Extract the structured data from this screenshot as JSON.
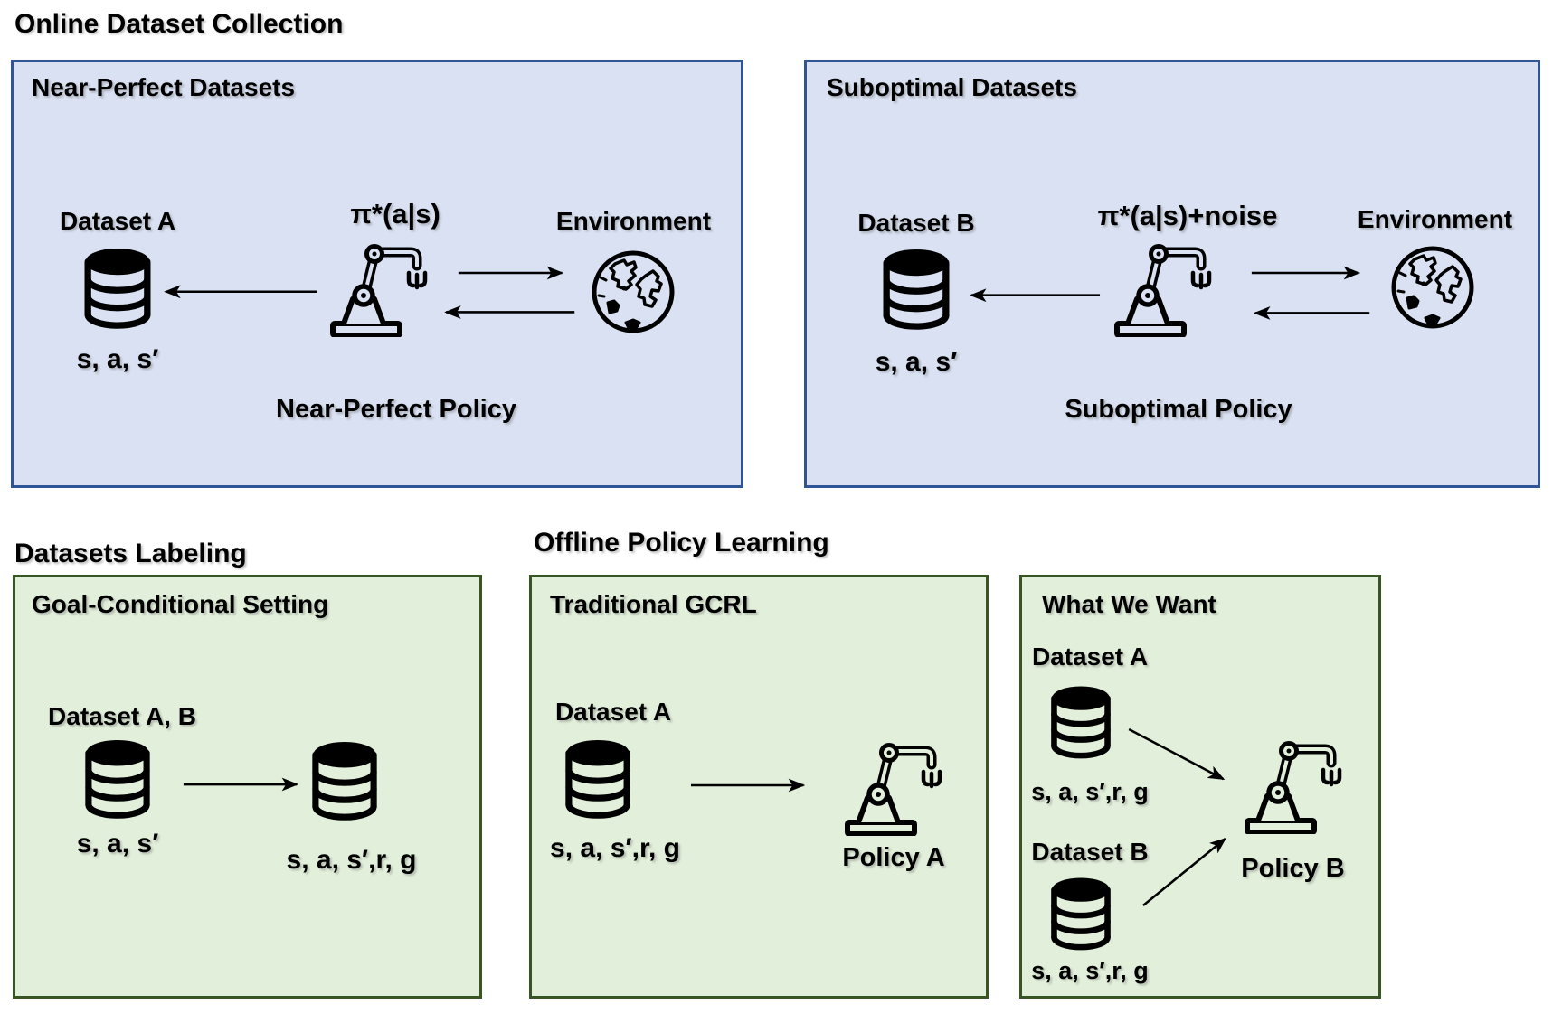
{
  "figure": {
    "headings": {
      "online_dataset_collection": "Online Dataset Collection",
      "datasets_labeling": "Datasets Labeling",
      "offline_policy_learning": "Offline Policy Learning"
    },
    "panels": {
      "near_perfect": {
        "title": "Near-Perfect Datasets",
        "dataset_label": "Dataset A",
        "dataset_tuple": "s, a, s′",
        "policy_formula": "π*(a|s)",
        "environment_label": "Environment",
        "policy_caption": "Near-Perfect Policy"
      },
      "suboptimal": {
        "title": "Suboptimal Datasets",
        "dataset_label": "Dataset B",
        "dataset_tuple": "s, a, s′",
        "policy_formula": "π*(a|s)+noise",
        "environment_label": "Environment",
        "policy_caption": "Suboptimal Policy"
      },
      "goal_conditional": {
        "title": "Goal-Conditional Setting",
        "dataset_label": "Dataset A, B",
        "source_tuple": "s, a, s′",
        "relabeled_tuple": "s, a, s′,r, g"
      },
      "traditional_gcrl": {
        "title": "Traditional GCRL",
        "dataset_label": "Dataset A",
        "dataset_tuple": "s, a, s′,r, g",
        "policy_label": "Policy A"
      },
      "what_we_want": {
        "title": "What We Want",
        "dataset_a_label": "Dataset A",
        "dataset_a_tuple": "s, a, s′,r, g",
        "dataset_b_label": "Dataset B",
        "dataset_b_tuple": "s, a, s′,r, g",
        "policy_label": "Policy B"
      }
    },
    "colors": {
      "background": "#FFFFFF",
      "blue_panel_fill": "#D9E1F2",
      "blue_panel_border": "#2F5597",
      "green_panel_fill": "#E2EFDA",
      "green_panel_border": "#375623",
      "ink": "#000000"
    },
    "icons": {
      "database": "database-icon",
      "robot": "robot-arm-icon",
      "globe": "globe-icon",
      "arrow": "arrow-icon"
    }
  }
}
